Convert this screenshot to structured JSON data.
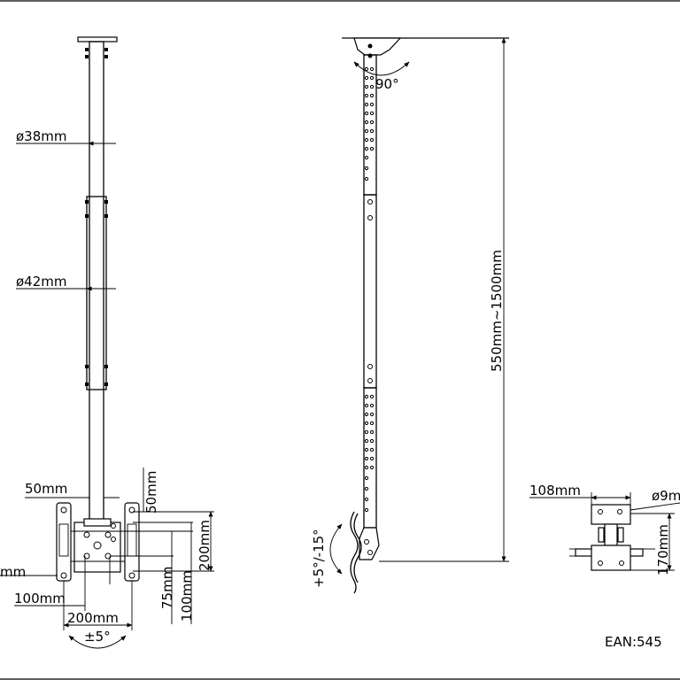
{
  "labels": {
    "d38": "ø38mm",
    "d42": "ø42mm",
    "w50": "50mm",
    "h50": "50mm",
    "left_cut": "mm",
    "h200": "200mm",
    "h75": "75mm",
    "h100": "100mm",
    "w100": "100mm",
    "w200": "200mm",
    "tilt": "±5°",
    "rot90": "90°",
    "height_range": "550mm~1500mm",
    "pitch": "+5°/-15°",
    "w108": "108mm",
    "d9": "ø9m",
    "h170": "170mm",
    "ean": "EAN:545"
  }
}
